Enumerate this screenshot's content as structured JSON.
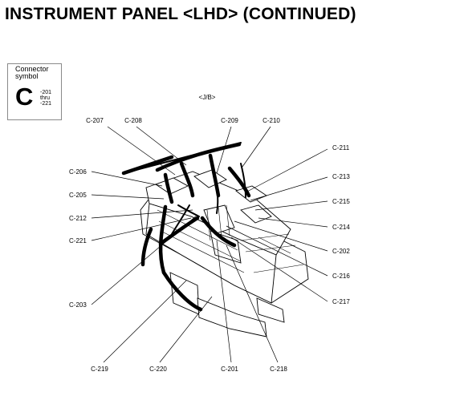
{
  "title": "INSTRUMENT PANEL <LHD> (CONTINUED)",
  "legend": {
    "label_line1": "Connector",
    "label_line2": "symbol",
    "letter": "C",
    "range_from": "-201",
    "range_mid": "thru",
    "range_to": "-221"
  },
  "diagram": {
    "component_label": "<J/B>",
    "connectors": {
      "c207": "C-207",
      "c208": "C-208",
      "c209": "C-209",
      "c210": "C-210",
      "c211": "C-211",
      "c206": "C-206",
      "c213": "C-213",
      "c205": "C-205",
      "c215": "C-215",
      "c212": "C-212",
      "c214": "C-214",
      "c221": "C-221",
      "c202": "C-202",
      "c216": "C-216",
      "c203": "C-203",
      "c217": "C-217",
      "c219": "C-219",
      "c220": "C-220",
      "c201": "C-201",
      "c218": "C-218"
    }
  }
}
